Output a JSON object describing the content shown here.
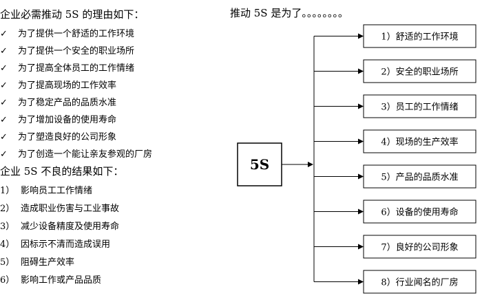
{
  "left": {
    "reasons_heading": "企业必需推动 5S 的理由如下：",
    "check_icon": "checkmark-icon",
    "reasons": [
      "为了提供一个舒适的工作环境",
      "为了提供一个安全的职业场所",
      "为了提高全体员工的工作情绪",
      "为了提高现场的工作效率",
      "为了稳定产品的品质水准",
      "为了增加设备的使用寿命",
      "为了塑造良好的公司形象",
      "为了创造一个能让亲友参观的厂房"
    ],
    "results_heading": "企业 5S 不良的结果如下：",
    "results": [
      {
        "num": "1）",
        "text": "影响员工工作情绪"
      },
      {
        "num": "2）",
        "text": "造成职业伤害与工业事故"
      },
      {
        "num": "3）",
        "text": "减少设备精度及使用寿命"
      },
      {
        "num": "4）",
        "text": "因标示不清而造成误用"
      },
      {
        "num": "5）",
        "text": "阻碍生产效率"
      },
      {
        "num": "6）",
        "text": "影响工作或产品品质"
      }
    ]
  },
  "diagram": {
    "title": "推动 5S 是为了。。。。。。。。",
    "center": "5S",
    "targets": [
      "1）舒适的工作环境",
      "2）安全的职业场所",
      "3）员工的工作情绪",
      "4）现场的生产效率",
      "5）产品的品质水准",
      "6）设备的使用寿命",
      "7）良好的公司形象",
      "8）行业闻名的厂房"
    ]
  }
}
